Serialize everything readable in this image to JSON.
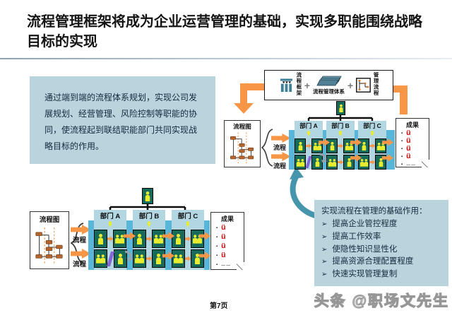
{
  "slide": {
    "title": "流程管理框架将成为企业运营管理的基础，实现多职能围绕战略目标的实现",
    "page_number": "第7页",
    "watermark": "头条 @职场文先生"
  },
  "intro_box": {
    "text": "通过端到端的流程体系规划，实现公司发展规划、经营管理、风险控制等职能的协同，使流程起到联结职能部门共同实现战略目标的作用。"
  },
  "formula_box": {
    "framework_label": "流程框架",
    "plus": "+",
    "system_label": "流程管理体系",
    "management_label": "管理流程"
  },
  "diagram_top": {
    "flowchart_title": "流程图",
    "arrow_labels": [
      "流程",
      "流程"
    ],
    "departments": [
      "部门 A",
      "部门 B",
      "部门 C"
    ],
    "results": {
      "title": "成果",
      "bullet": "▪",
      "checks": [
        "ü",
        "ü",
        "ü",
        "ü"
      ],
      "more": "……"
    }
  },
  "diagram_bottom": {
    "flowchart_title": "流程图",
    "arrow_labels": [
      "流程",
      "流程"
    ],
    "departments": [
      "部门 A",
      "部门 B",
      "部门 C"
    ],
    "results": {
      "title": "成果",
      "bullet": "▪",
      "checks": [
        "ü",
        "ü",
        "ü",
        "ü"
      ],
      "more": "……"
    }
  },
  "benefits_box": {
    "title": "实现流程在管理的基础作用：",
    "bullet": "➢",
    "items": [
      "提高企业管控程度",
      "提高工作效率",
      "使隐性知识显性化",
      "提高资源合理配置程度",
      "快速实现管理复制"
    ]
  },
  "colors": {
    "orange": "#F79646",
    "light_blue": "#B9D4DD",
    "column_blue": "#B2D7E3",
    "band_blue": "#58B7D8",
    "dark_green": "#17695A",
    "person_yellow": "#E9ED2F",
    "teal_arrow": "#4596AD",
    "check_red": "#E00000"
  }
}
